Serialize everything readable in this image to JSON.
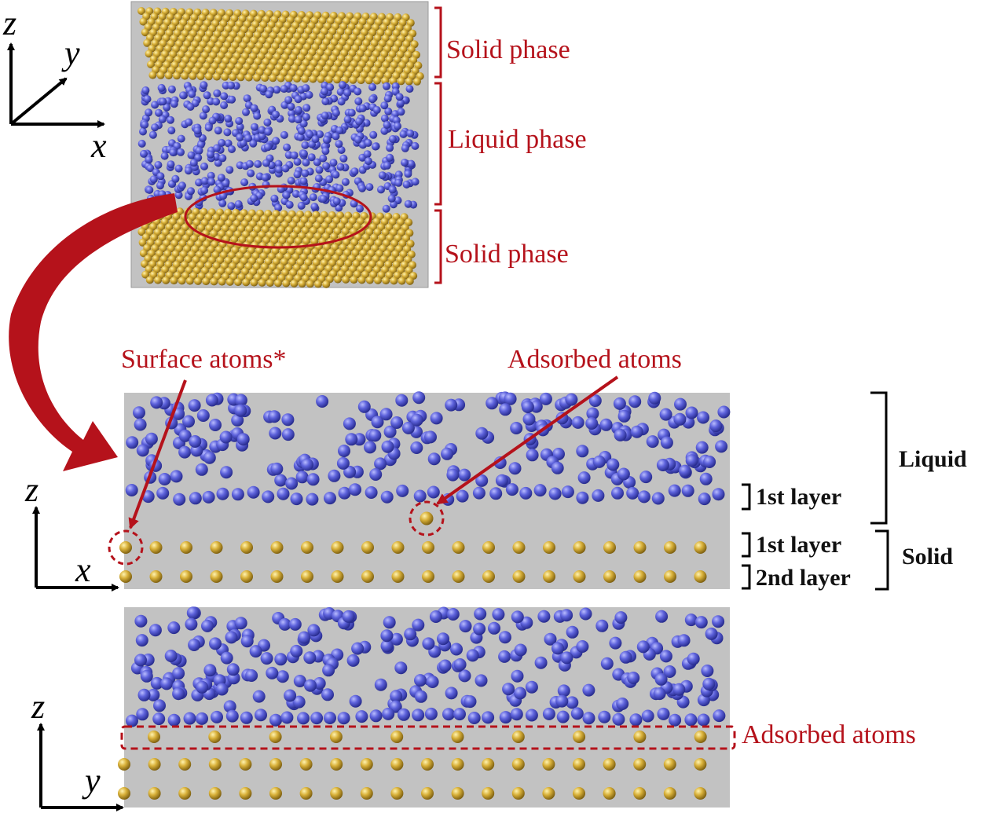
{
  "top_panel": {
    "solid_top_label": "Solid phase",
    "liquid_label": "Liquid phase",
    "solid_bottom_label": "Solid phase",
    "axes": {
      "z": "z",
      "y": "y",
      "x": "x"
    }
  },
  "middle_panel": {
    "surface_atoms_label": "Surface atoms*",
    "adsorbed_atoms_label": "Adsorbed atoms",
    "liquid_label": "Liquid",
    "liquid_first_layer": "1st layer",
    "solid_label": "Solid",
    "solid_first_layer": "1st layer",
    "solid_second_layer": "2nd layer",
    "axes": {
      "z": "z",
      "x": "x"
    }
  },
  "bottom_panel": {
    "adsorbed_atoms_label": "Adsorbed atoms",
    "axes": {
      "z": "z",
      "y": "y"
    }
  },
  "colors": {
    "liquid_atom": "#5a5fd6",
    "solid_atom": "#d4a92c",
    "annotation": "#b5121b",
    "panel_bg": "#c2c2c2"
  }
}
